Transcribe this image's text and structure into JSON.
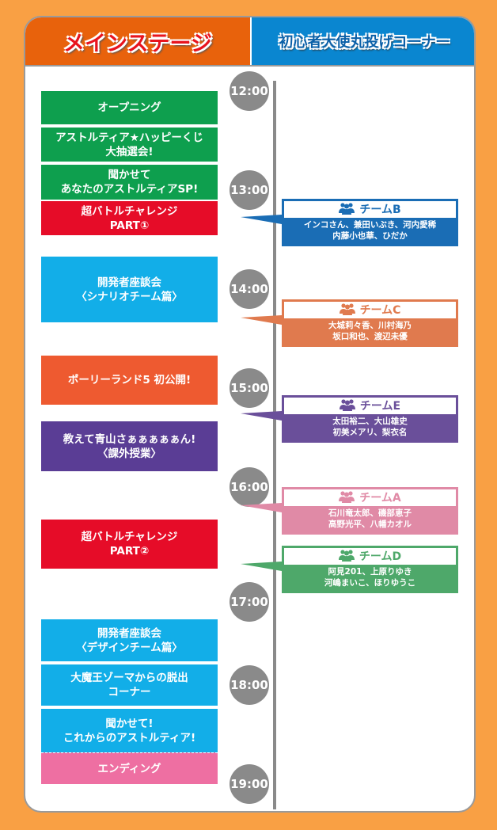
{
  "header": {
    "main_stage": "メインステージ",
    "sub_stage": "初心者大使丸投げコーナー"
  },
  "times": [
    "12:00",
    "13:00",
    "14:00",
    "15:00",
    "16:00",
    "17:00",
    "18:00",
    "19:00"
  ],
  "events": [
    {
      "lines": [
        "オープニング"
      ],
      "color": "#0e9f4e"
    },
    {
      "lines": [
        "アストルティア★ハッピーくじ",
        "大抽選会!"
      ],
      "color": "#0e9f4e"
    },
    {
      "lines": [
        "聞かせて",
        "あなたのアストルティアSP!"
      ],
      "color": "#0e9f4e"
    },
    {
      "lines": [
        "超バトルチャレンジ",
        "PART①"
      ],
      "color": "#e60c28"
    },
    {
      "lines": [
        "開発者座談会",
        "〈シナリオチーム篇〉"
      ],
      "color": "#12aee8"
    },
    {
      "lines": [
        "ポーリーランド5 初公開!"
      ],
      "color": "#ee5a30"
    },
    {
      "lines": [
        "教えて青山さぁぁぁぁぁん!",
        "〈課外授業〉"
      ],
      "color": "#5a3d95"
    },
    {
      "lines": [
        "超バトルチャレンジ",
        "PART②"
      ],
      "color": "#e60c28"
    },
    {
      "lines": [
        "開発者座談会",
        "〈デザインチーム篇〉"
      ],
      "color": "#12aee8"
    },
    {
      "lines": [
        "大魔王ゾーマからの脱出",
        "コーナー"
      ],
      "color": "#12aee8"
    },
    {
      "lines": [
        "聞かせて!",
        "これからのアストルティア!"
      ],
      "color": "#12aee8"
    },
    {
      "lines": [
        "エンディング"
      ],
      "color": "#ee6fa2"
    }
  ],
  "teams": [
    {
      "name": "チームB",
      "members": [
        "インコさん、兼田いぶき、河内愛稀",
        "内藤小也華、ひだか"
      ],
      "color": "#1a6db5",
      "icon": "people-icon"
    },
    {
      "name": "チームC",
      "members": [
        "大城莉々香、川村海乃",
        "坂口和也、渡辺未優"
      ],
      "color": "#e07a4e",
      "icon": "people-icon"
    },
    {
      "name": "チームE",
      "members": [
        "太田裕二、大山雄史",
        "初美メアリ、梨衣名"
      ],
      "color": "#6a4f9a",
      "icon": "people-icon"
    },
    {
      "name": "チームA",
      "members": [
        "石川竜太郎、磯部恵子",
        "高野光平、八幡カオル"
      ],
      "color": "#e08aa6",
      "icon": "people-icon"
    },
    {
      "name": "チームD",
      "members": [
        "阿見201、上原りゆき",
        "河嶋まいこ、ほりゆうこ"
      ],
      "color": "#4ea86a",
      "icon": "people-icon"
    }
  ]
}
